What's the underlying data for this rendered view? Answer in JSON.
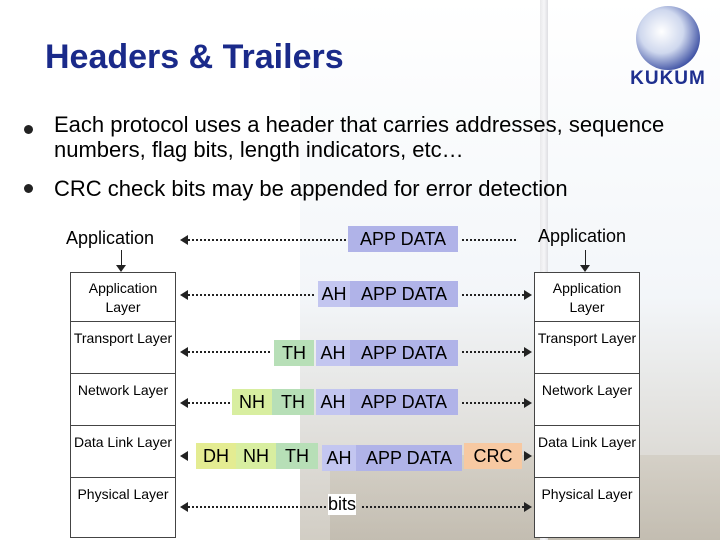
{
  "slide": {
    "title": "Headers & Trailers",
    "bullets": [
      "Each protocol uses a header that carries addresses, sequence numbers, flag bits, length indicators, etc…",
      "CRC check bits may be appended for error detection"
    ]
  },
  "logo": {
    "text": "KUKUM"
  },
  "left_stack": {
    "top_label": "Application",
    "layers": [
      "Application Layer",
      "Transport Layer",
      "Network Layer",
      "Data Link Layer",
      "Physical Layer"
    ]
  },
  "right_stack": {
    "top_label": "Application",
    "layers": [
      "Application Layer",
      "Transport Layer",
      "Network Layer",
      "Data Link Layer",
      "Physical Layer"
    ]
  },
  "packets": {
    "app_data": "APP DATA",
    "ah": "AH",
    "th": "TH",
    "nh": "NH",
    "dh": "DH",
    "crc": "CRC",
    "bits": "bits"
  },
  "colors": {
    "title": "#1a2a8a",
    "app_data": "#b0b3e8",
    "ah": "#c3c6f0",
    "th": "#b7dfb7",
    "nh": "#d8eea0",
    "dh": "#e4ec92",
    "crc": "#f7c9a2"
  }
}
